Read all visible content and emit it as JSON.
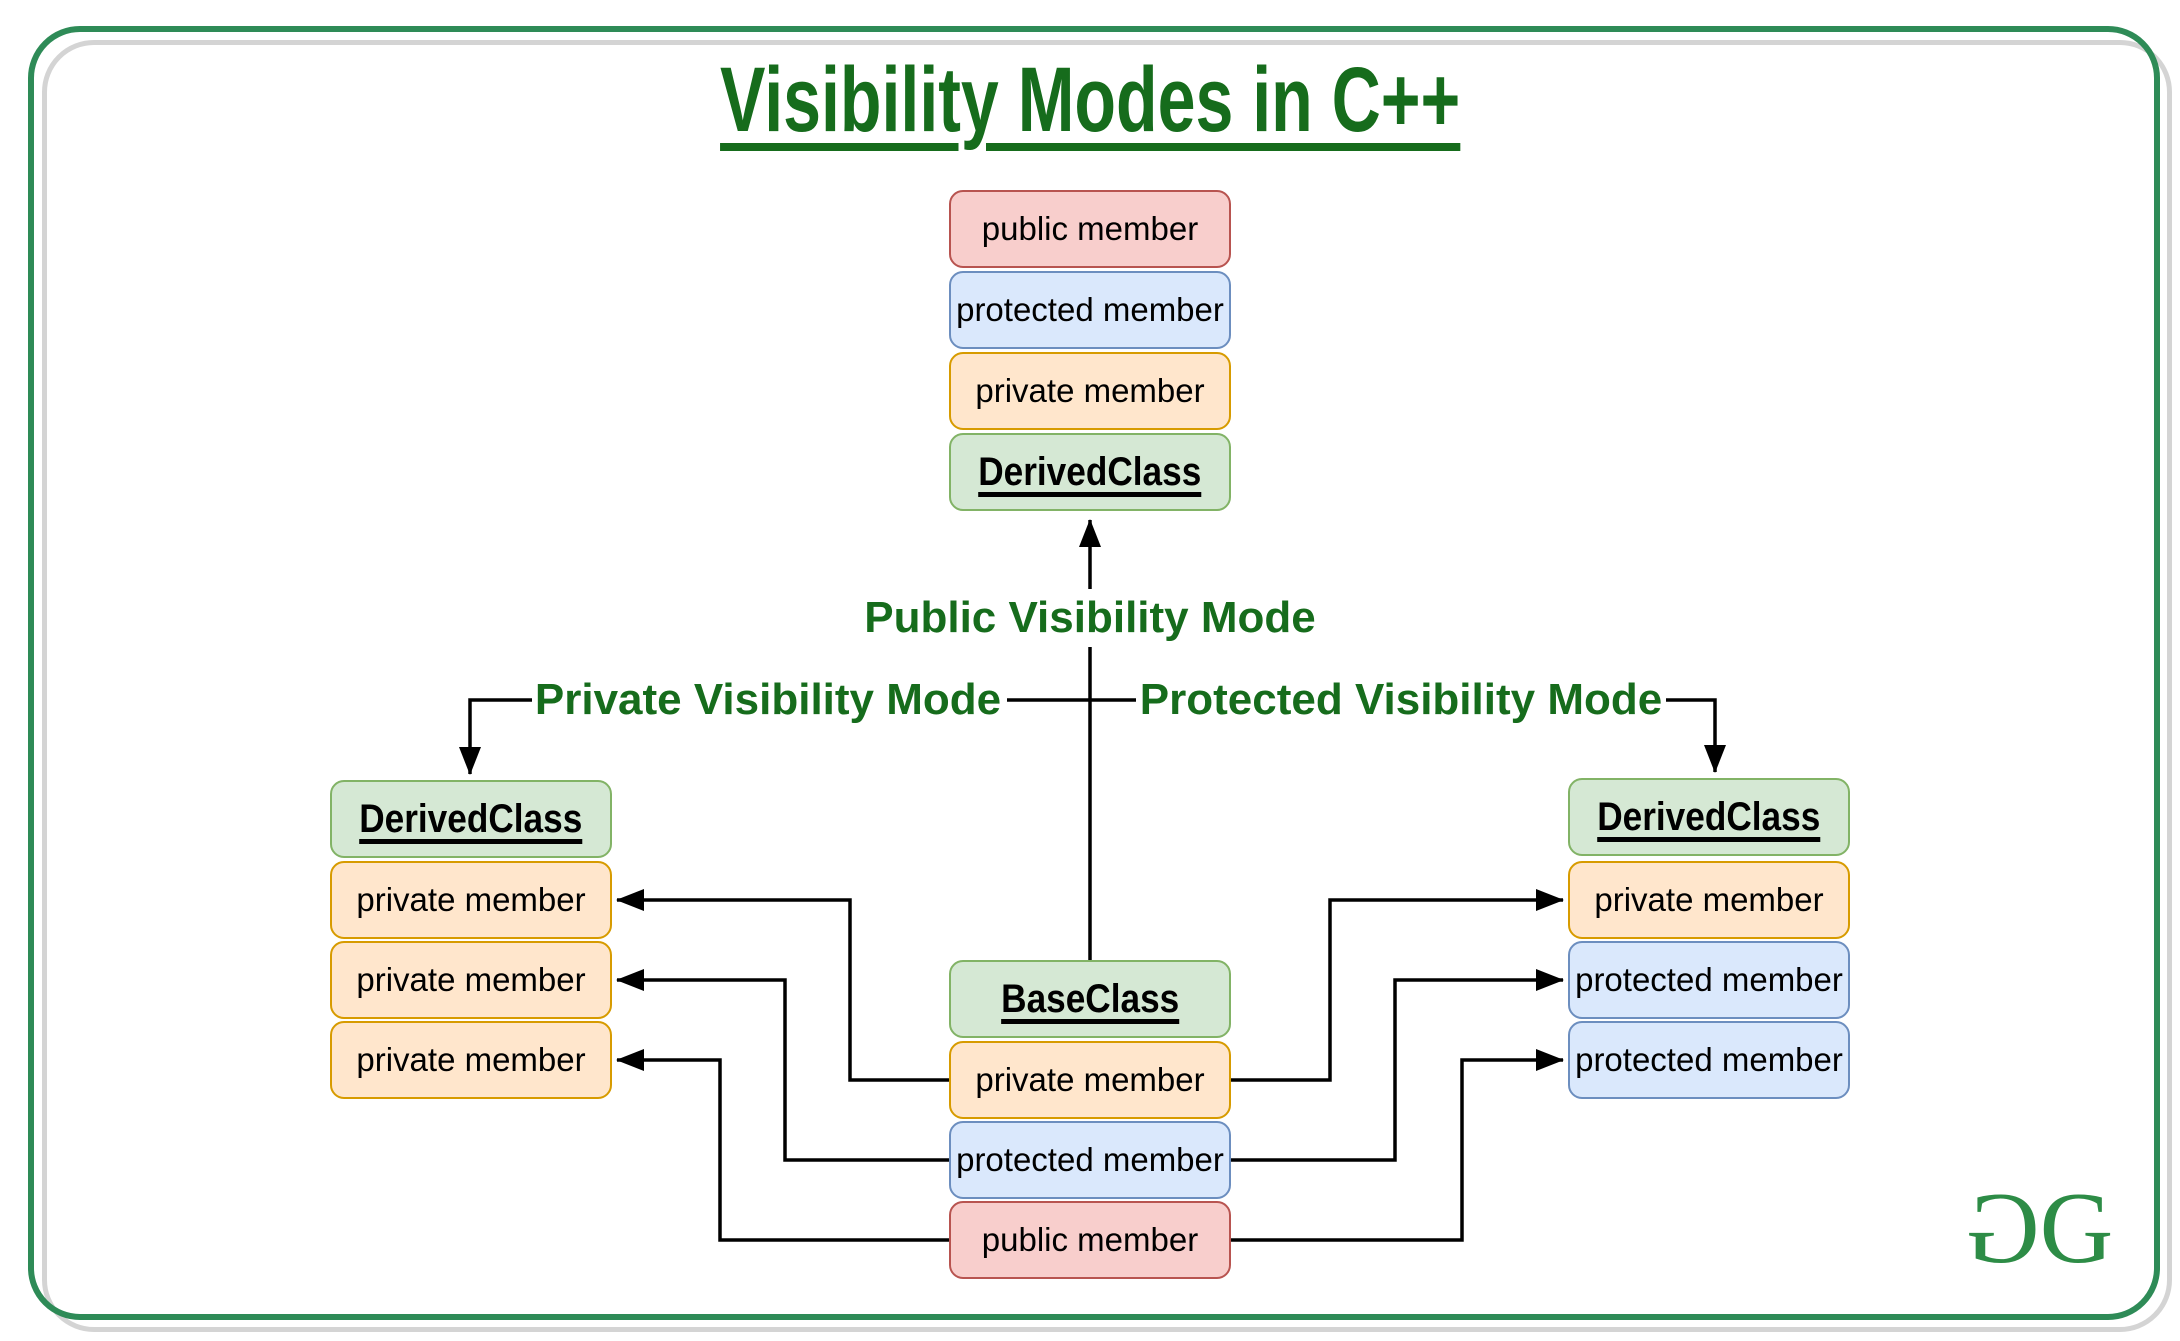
{
  "title": "Visibility Modes in C++",
  "mode_labels": {
    "public": "Public Visibility Mode",
    "private": "Private Visibility Mode",
    "protected": "Protected Visibility Mode"
  },
  "stacks": {
    "top": {
      "items": [
        {
          "label": "public member",
          "kind": "public"
        },
        {
          "label": "protected member",
          "kind": "protected"
        },
        {
          "label": "private member",
          "kind": "private"
        },
        {
          "label": "DerivedClass",
          "kind": "class"
        }
      ]
    },
    "left": {
      "items": [
        {
          "label": "DerivedClass",
          "kind": "class"
        },
        {
          "label": "private member",
          "kind": "private"
        },
        {
          "label": "private member",
          "kind": "private"
        },
        {
          "label": "private member",
          "kind": "private"
        }
      ]
    },
    "center": {
      "items": [
        {
          "label": "BaseClass",
          "kind": "class"
        },
        {
          "label": "private member",
          "kind": "private"
        },
        {
          "label": "protected member",
          "kind": "protected"
        },
        {
          "label": "public member",
          "kind": "public"
        }
      ]
    },
    "right": {
      "items": [
        {
          "label": "DerivedClass",
          "kind": "class"
        },
        {
          "label": "private member",
          "kind": "private"
        },
        {
          "label": "protected member",
          "kind": "protected"
        },
        {
          "label": "protected member",
          "kind": "protected"
        }
      ]
    }
  },
  "logo": {
    "g1": "G",
    "g2": "G"
  },
  "colors": {
    "public_fill": "#f8cecc",
    "public_stroke": "#b85450",
    "protected_fill": "#dae8fc",
    "protected_stroke": "#6c8ebf",
    "private_fill": "#ffe6cc",
    "private_stroke": "#d79b00",
    "class_fill": "#d5e8d4",
    "class_stroke": "#82b366",
    "heading_green": "#166c1c",
    "frame_green": "#2e8b57",
    "logo_green": "#2d8c46",
    "connector": "#000000"
  }
}
